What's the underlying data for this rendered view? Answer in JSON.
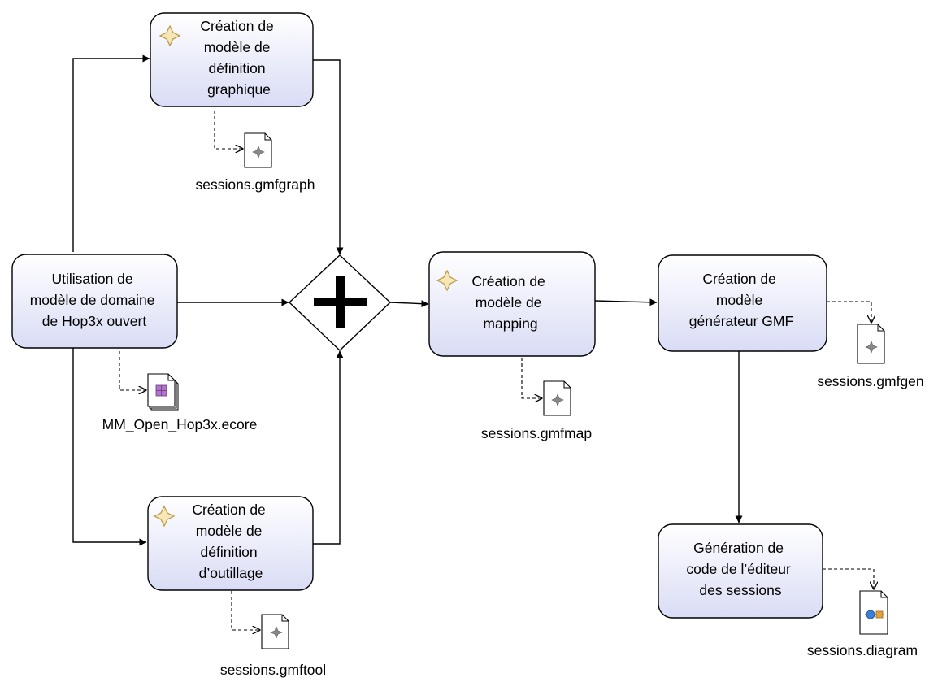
{
  "tasks": {
    "graph_def": {
      "lines": [
        "Création de",
        "modèle de",
        "définition",
        "graphique"
      ],
      "marker_icon": "star-icon"
    },
    "domain_use": {
      "lines": [
        "Utilisation de",
        "modèle de domaine",
        "de Hop3x ouvert"
      ]
    },
    "tool_def": {
      "lines": [
        "Création de",
        "modèle de",
        "définition",
        "d’outillage"
      ],
      "marker_icon": "star-icon"
    },
    "mapping": {
      "lines": [
        "Création de",
        "modèle de",
        "mapping"
      ],
      "marker_icon": "star-icon"
    },
    "gen_model": {
      "lines": [
        "Création de",
        "modèle",
        "générateur GMF"
      ]
    },
    "code_gen": {
      "lines": [
        "Génération de",
        "code de l’éditeur",
        "des sessions"
      ]
    }
  },
  "gateway": {
    "type": "parallel",
    "symbol": "plus-icon"
  },
  "files": {
    "gmfgraph": {
      "label": "sessions.gmfgraph",
      "icon": "model-file-icon"
    },
    "ecore": {
      "label": "MM_Open_Hop3x.ecore",
      "icon": "ecore-file-icon"
    },
    "gmftool": {
      "label": "sessions.gmftool",
      "icon": "model-file-icon"
    },
    "gmfmap": {
      "label": "sessions.gmfmap",
      "icon": "model-file-icon"
    },
    "gmfgen": {
      "label": "sessions.gmfgen",
      "icon": "model-file-icon"
    },
    "diagram": {
      "label": "sessions.diagram",
      "icon": "diagram-file-icon"
    }
  },
  "colors": {
    "task_fill_top": "#ffffff",
    "task_fill_bottom": "#d9dcf5",
    "star_fill": "#f6e7b5",
    "star_stroke": "#b8984a",
    "ecore_fill": "#b274c9",
    "diagram_blue": "#3b7fd6",
    "diagram_orange": "#e0a040"
  }
}
